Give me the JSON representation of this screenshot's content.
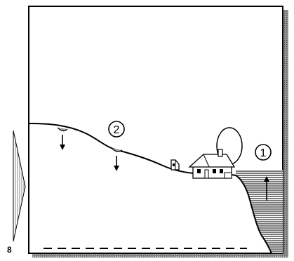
{
  "figure": {
    "page_number": "8",
    "callouts": [
      {
        "id": "callout-1",
        "label": "1"
      },
      {
        "id": "callout-2",
        "label": "2"
      }
    ],
    "colors": {
      "ink": "#000000",
      "panel_shadow": "#6f6f6f",
      "water_hatch": "#222222",
      "margin_wedge": "#9a9a9a",
      "background": "#ffffff"
    },
    "elements": {
      "house": "house-icon",
      "small_building": "small-building-icon",
      "balloon": "balloon-outline",
      "arrow_down_1": "arrow-down-icon",
      "arrow_down_2": "arrow-down-icon",
      "arrow_up": "arrow-up-icon"
    }
  }
}
